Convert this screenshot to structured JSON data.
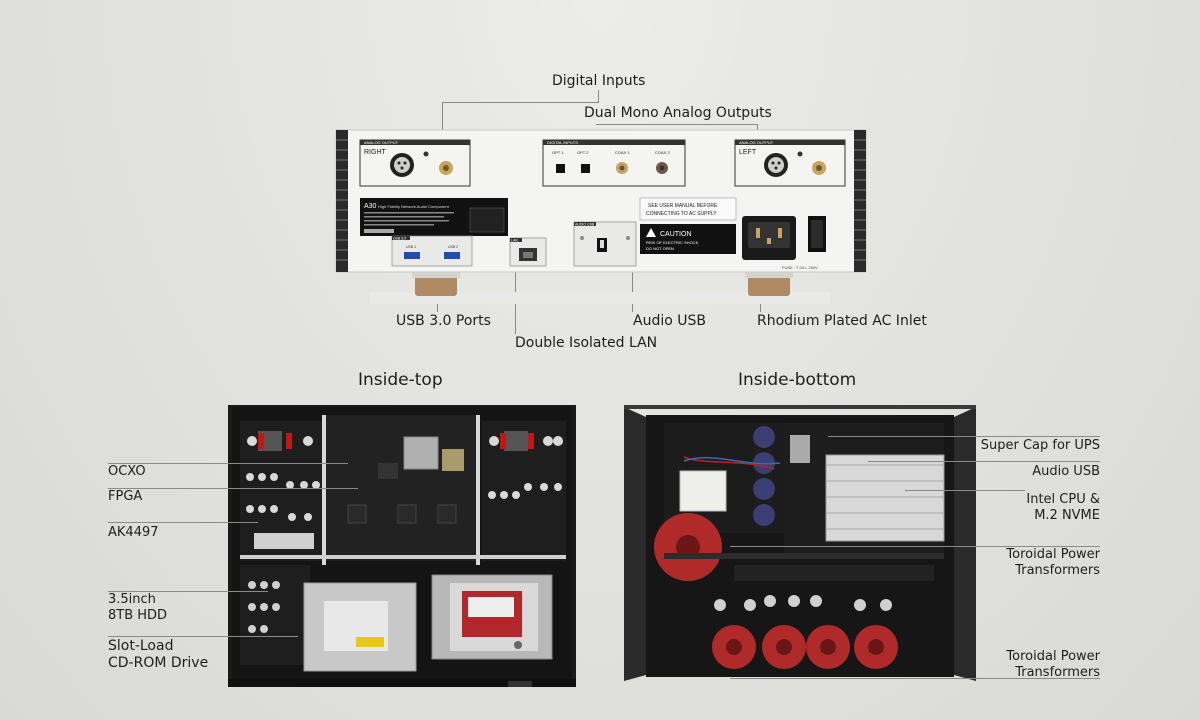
{
  "rear_panel": {
    "callouts": {
      "digital_inputs": "Digital Inputs",
      "dual_mono": "Dual Mono Analog Outputs",
      "usb_ports": "USB 3.0 Ports",
      "audio_usb": "Audio USB",
      "ac_inlet": "Rhodium Plated AC Inlet",
      "lan": "Double Isolated LAN"
    },
    "panel_text": {
      "right_header": "ANALOG OUTPUT",
      "right": "RIGHT",
      "left_header": "ANALOG OUTPUT",
      "left": "LEFT",
      "digital_header": "DIGITAL INPUTS",
      "opt1": "OPT 1",
      "opt2": "OPT 2",
      "coax1": "COAX 1",
      "coax2": "COAX 2",
      "model": "A30",
      "model_sub": "High Fidelity Network Audio Component",
      "usb_header": "USB 3.0",
      "usb1": "USB 1",
      "usb2": "USB 2",
      "lan_header": "LAN",
      "audio_usb_header": "AUDIO USB",
      "manual_line1": "SEE USER MANUAL BEFORE",
      "manual_line2": "CONNECTING TO AC SUPPLY",
      "caution": "CAUTION",
      "caution_line1": "RISK OF ELECTRIC SHOCK",
      "caution_line2": "DO NOT OPEN",
      "fuse": "FUSE : T 2A L 250V"
    }
  },
  "inside_top": {
    "title": "Inside-top",
    "labels": {
      "ocxo": "OCXO",
      "fpga": "FPGA",
      "ak4497": "AK4497",
      "hdd": "3.5inch\n8TB HDD",
      "cdrom": "Slot-Load\nCD-ROM Drive"
    }
  },
  "inside_bottom": {
    "title": "Inside-bottom",
    "labels": {
      "supercap": "Super Cap for UPS",
      "audio_usb": "Audio USB",
      "cpu": "Intel CPU &\nM.2 NVME",
      "toroid1": "Toroidal Power\nTransformers",
      "toroid2": "Toroidal Power\nTransformers"
    }
  }
}
